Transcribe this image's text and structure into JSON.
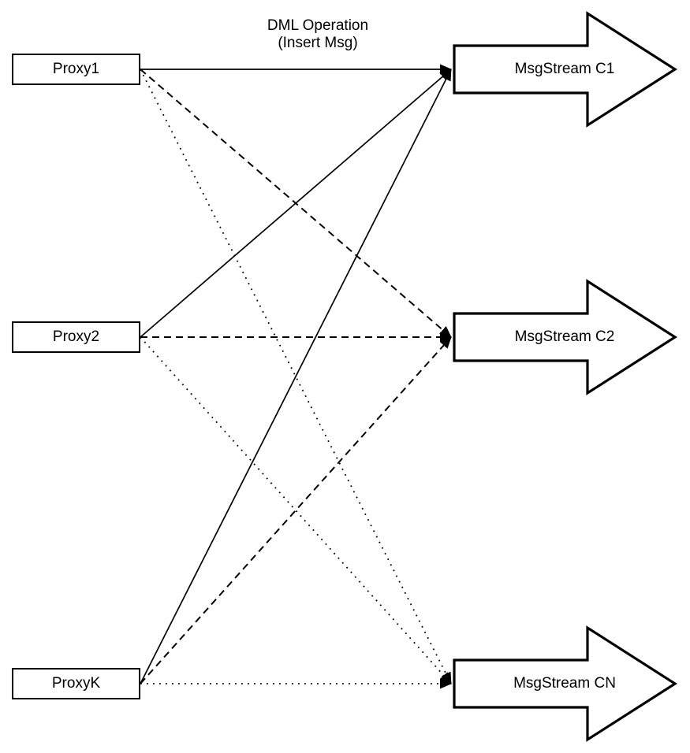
{
  "title": {
    "line1": "DML Operation",
    "line2": "(Insert Msg)"
  },
  "proxies": [
    {
      "id": "proxy1",
      "label": "Proxy1"
    },
    {
      "id": "proxy2",
      "label": "Proxy2"
    },
    {
      "id": "proxyk",
      "label": "ProxyK"
    }
  ],
  "streams": [
    {
      "id": "c1",
      "label": "MsgStream C1"
    },
    {
      "id": "c2",
      "label": "MsgStream C2"
    },
    {
      "id": "cn",
      "label": "MsgStream CN"
    }
  ],
  "edges": [
    {
      "from": "proxy1",
      "to": "c1",
      "style": "solid"
    },
    {
      "from": "proxy2",
      "to": "c1",
      "style": "solid"
    },
    {
      "from": "proxyk",
      "to": "c1",
      "style": "solid"
    },
    {
      "from": "proxy1",
      "to": "c2",
      "style": "dashed"
    },
    {
      "from": "proxy2",
      "to": "c2",
      "style": "dashed"
    },
    {
      "from": "proxyk",
      "to": "c2",
      "style": "dashed"
    },
    {
      "from": "proxy1",
      "to": "cn",
      "style": "dotted"
    },
    {
      "from": "proxy2",
      "to": "cn",
      "style": "dotted"
    },
    {
      "from": "proxyk",
      "to": "cn",
      "style": "dotted"
    }
  ],
  "colors": {
    "stroke": "#000000",
    "node_fill": "#ffffff",
    "background": "#ffffff"
  }
}
